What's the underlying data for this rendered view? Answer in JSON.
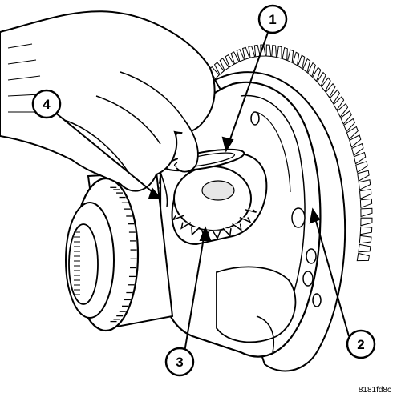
{
  "callouts": [
    {
      "id": "1",
      "label": "1"
    },
    {
      "id": "2",
      "label": "2"
    },
    {
      "id": "3",
      "label": "3"
    },
    {
      "id": "4",
      "label": "4"
    }
  ],
  "figure_code": "8181fd8c",
  "colors": {
    "line": "#000000",
    "fill": "#ffffff",
    "shade": "#dcdcdc"
  }
}
